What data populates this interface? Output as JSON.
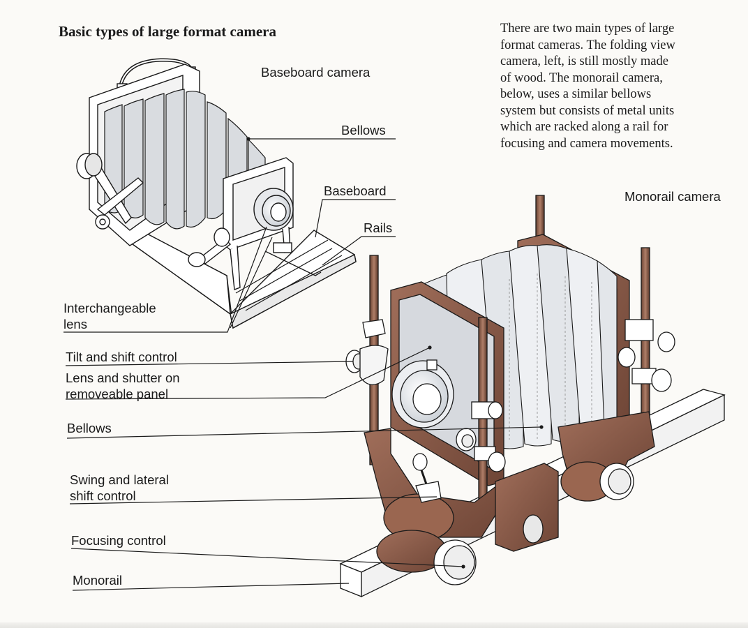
{
  "title": "Basic types of large format camera",
  "description": [
    "There are two main types of large",
    "format cameras. The folding view",
    "camera, left, is still mostly made",
    "of wood. The monorail camera,",
    "below, uses a similar bellows",
    "system but consists of metal units",
    "which are racked along a rail for",
    "focusing and camera movements."
  ],
  "baseboard_camera": {
    "heading": "Baseboard camera",
    "labels": {
      "bellows": "Bellows",
      "baseboard": "Baseboard",
      "rails": "Rails",
      "lens": [
        "Interchangeable",
        "lens"
      ]
    }
  },
  "monorail_camera": {
    "heading": "Monorail camera",
    "labels": {
      "tilt_shift": "Tilt and shift control",
      "lens_shutter": [
        "Lens and shutter on",
        "removeable panel"
      ],
      "bellows": "Bellows",
      "swing": [
        "Swing and lateral",
        "shift control"
      ],
      "focusing": "Focusing control",
      "monorail": "Monorail"
    }
  },
  "colors": {
    "wood": "#8a5a48",
    "bellows_fill": "#e4e6ea",
    "line": "#1a1a1a"
  }
}
